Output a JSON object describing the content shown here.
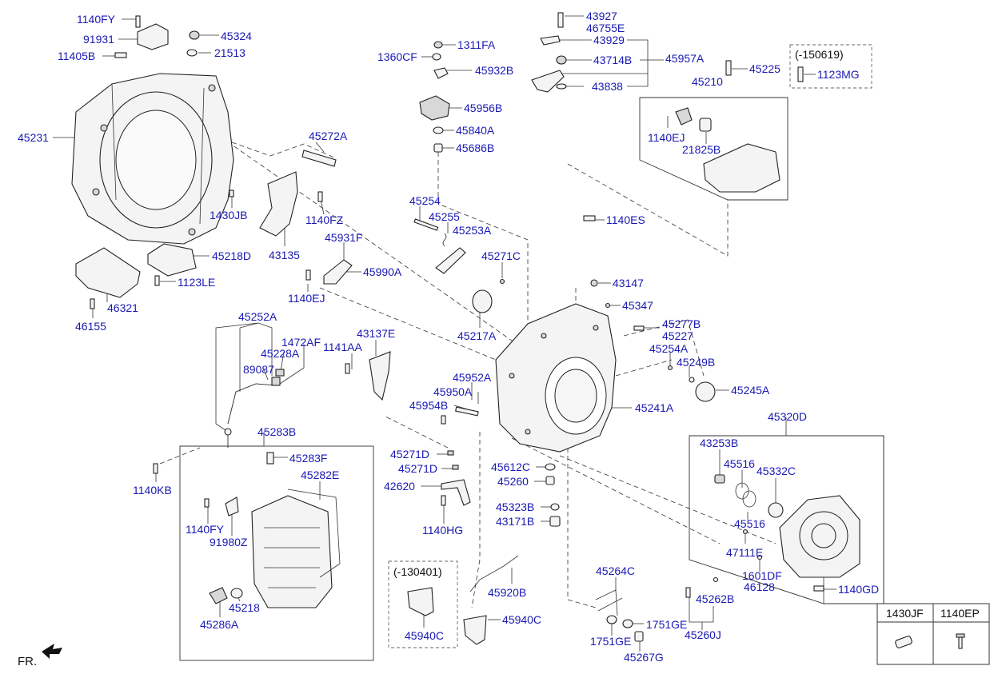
{
  "labels": [
    {
      "id": "l1140FY_a",
      "text": "1140FY"
    },
    {
      "id": "l91931",
      "text": "91931"
    },
    {
      "id": "l11405B",
      "text": "11405B"
    },
    {
      "id": "l45324",
      "text": "45324"
    },
    {
      "id": "l21513",
      "text": "21513"
    },
    {
      "id": "l45231",
      "text": "45231"
    },
    {
      "id": "l45272A",
      "text": "45272A"
    },
    {
      "id": "l1430JB",
      "text": "1430JB"
    },
    {
      "id": "l1140FZ",
      "text": "1140FZ"
    },
    {
      "id": "l43135",
      "text": "43135"
    },
    {
      "id": "l45218D",
      "text": "45218D"
    },
    {
      "id": "l1123LE",
      "text": "1123LE"
    },
    {
      "id": "l46321",
      "text": "46321"
    },
    {
      "id": "l46155",
      "text": "46155"
    },
    {
      "id": "l1311FA",
      "text": "1311FA"
    },
    {
      "id": "l1360CF",
      "text": "1360CF"
    },
    {
      "id": "l45932B",
      "text": "45932B"
    },
    {
      "id": "l45956B",
      "text": "45956B"
    },
    {
      "id": "l45840A",
      "text": "45840A"
    },
    {
      "id": "l45686B",
      "text": "45686B"
    },
    {
      "id": "l43927",
      "text": "43927"
    },
    {
      "id": "l46755E",
      "text": "46755E"
    },
    {
      "id": "l43929",
      "text": "43929"
    },
    {
      "id": "l43714B",
      "text": "43714B"
    },
    {
      "id": "l45957A",
      "text": "45957A"
    },
    {
      "id": "l43838",
      "text": "43838"
    },
    {
      "id": "l45225",
      "text": "45225"
    },
    {
      "id": "l150619",
      "text": "(-150619)"
    },
    {
      "id": "l1123MG",
      "text": "1123MG"
    },
    {
      "id": "l45210",
      "text": "45210"
    },
    {
      "id": "l1140EJ_a",
      "text": "1140EJ"
    },
    {
      "id": "l21825B",
      "text": "21825B"
    },
    {
      "id": "l45254",
      "text": "45254"
    },
    {
      "id": "l45255",
      "text": "45255"
    },
    {
      "id": "l45253A",
      "text": "45253A"
    },
    {
      "id": "l45931F",
      "text": "45931F"
    },
    {
      "id": "l45990A",
      "text": "45990A"
    },
    {
      "id": "l1140EJ_b",
      "text": "1140EJ"
    },
    {
      "id": "l45271C",
      "text": "45271C"
    },
    {
      "id": "l1140ES",
      "text": "1140ES"
    },
    {
      "id": "l43147",
      "text": "43147"
    },
    {
      "id": "l45347",
      "text": "45347"
    },
    {
      "id": "l45217A",
      "text": "45217A"
    },
    {
      "id": "l45277B",
      "text": "45277B"
    },
    {
      "id": "l45227",
      "text": "45227"
    },
    {
      "id": "l45254A",
      "text": "45254A"
    },
    {
      "id": "l45249B",
      "text": "45249B"
    },
    {
      "id": "l45245A",
      "text": "45245A"
    },
    {
      "id": "l45252A",
      "text": "45252A"
    },
    {
      "id": "l1472AF",
      "text": "1472AF"
    },
    {
      "id": "l45228A",
      "text": "45228A"
    },
    {
      "id": "l89087",
      "text": "89087"
    },
    {
      "id": "l1141AA",
      "text": "1141AA"
    },
    {
      "id": "l43137E",
      "text": "43137E"
    },
    {
      "id": "l45952A",
      "text": "45952A"
    },
    {
      "id": "l45950A",
      "text": "45950A"
    },
    {
      "id": "l45954B",
      "text": "45954B"
    },
    {
      "id": "l45241A",
      "text": "45241A"
    },
    {
      "id": "l45320D",
      "text": "45320D"
    },
    {
      "id": "l45283B",
      "text": "45283B"
    },
    {
      "id": "l45283F",
      "text": "45283F"
    },
    {
      "id": "l45282E",
      "text": "45282E"
    },
    {
      "id": "l1140KB",
      "text": "1140KB"
    },
    {
      "id": "l1140FY_b",
      "text": "1140FY"
    },
    {
      "id": "l91980Z",
      "text": "91980Z"
    },
    {
      "id": "l45218",
      "text": "45218"
    },
    {
      "id": "l45286A",
      "text": "45286A"
    },
    {
      "id": "l45271D_a",
      "text": "45271D"
    },
    {
      "id": "l45271D_b",
      "text": "45271D"
    },
    {
      "id": "l42620",
      "text": "42620"
    },
    {
      "id": "l1140HG",
      "text": "1140HG"
    },
    {
      "id": "l45612C",
      "text": "45612C"
    },
    {
      "id": "l45260",
      "text": "45260"
    },
    {
      "id": "l45323B",
      "text": "45323B"
    },
    {
      "id": "l43171B",
      "text": "43171B"
    },
    {
      "id": "l43253B",
      "text": "43253B"
    },
    {
      "id": "l45516_a",
      "text": "45516"
    },
    {
      "id": "l45332C",
      "text": "45332C"
    },
    {
      "id": "l45516_b",
      "text": "45516"
    },
    {
      "id": "l47111E",
      "text": "47111E"
    },
    {
      "id": "l1601DF",
      "text": "1601DF"
    },
    {
      "id": "l46128",
      "text": "46128"
    },
    {
      "id": "l1140GD",
      "text": "1140GD"
    },
    {
      "id": "l130401",
      "text": "(-130401)"
    },
    {
      "id": "l45940C_a",
      "text": "45940C"
    },
    {
      "id": "l45920B",
      "text": "45920B"
    },
    {
      "id": "l45940C_b",
      "text": "45940C"
    },
    {
      "id": "l45264C",
      "text": "45264C"
    },
    {
      "id": "l1751GE_a",
      "text": "1751GE"
    },
    {
      "id": "l1751GE_b",
      "text": "1751GE"
    },
    {
      "id": "l45267G",
      "text": "45267G"
    },
    {
      "id": "l45262B",
      "text": "45262B"
    },
    {
      "id": "l45260J",
      "text": "45260J"
    }
  ],
  "legend_table": {
    "headers": [
      "1430JF",
      "1140EP"
    ]
  },
  "direction_label": "FR."
}
